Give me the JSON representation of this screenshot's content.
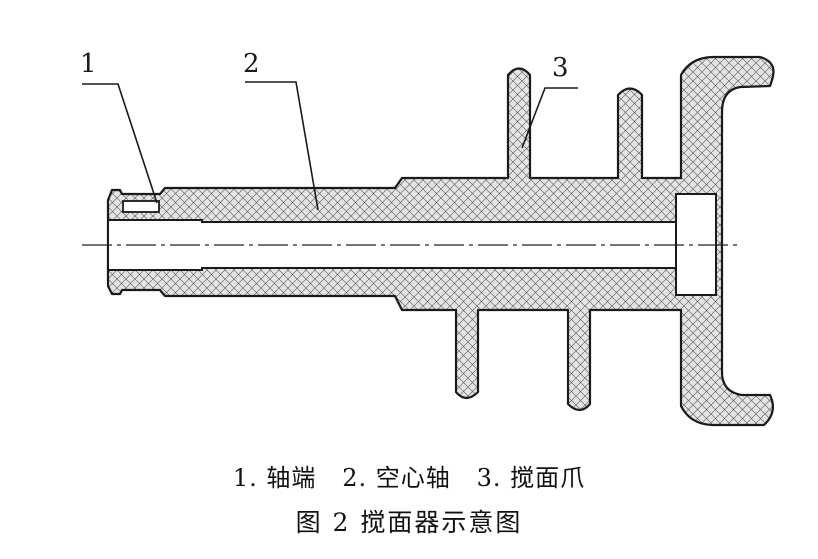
{
  "diagram": {
    "callouts": [
      {
        "id": "1",
        "label": "1"
      },
      {
        "id": "2",
        "label": "2"
      },
      {
        "id": "3",
        "label": "3"
      }
    ],
    "legend_text": "1. 轴端   2. 空心轴   3. 搅面爪",
    "figure_title": "图 2 搅面器示意图",
    "colors": {
      "outline": "#1a1a1a",
      "hatch": "#555555",
      "fill": "#e4e4e4",
      "bore": "#ffffff"
    }
  }
}
